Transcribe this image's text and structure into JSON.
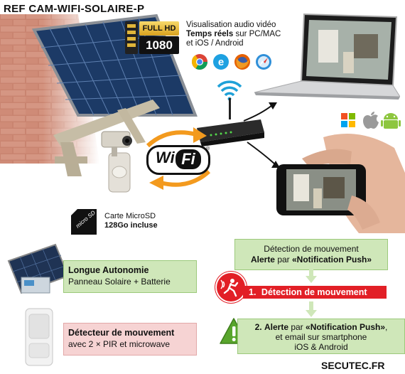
{
  "ref_title": "REF CAM-WIFI-SOLAIRE-P",
  "hd_badge": {
    "top": "FULL HD",
    "bottom": "1080"
  },
  "viewing": {
    "line1": "Visualisation audio vidéo",
    "line2_bold": "Temps réels",
    "line2_rest": " sur PC/MAC",
    "line3": "et iOS / Android"
  },
  "wifi_logo": {
    "text_a": "Wi",
    "text_b": "Fi",
    "reg": "®"
  },
  "microsd": {
    "chip": "micro SD",
    "line1": "Carte MicroSD",
    "line2": "128Go incluse"
  },
  "features": [
    {
      "title": "Longue Autonomie",
      "desc": "Panneau Solaire + Batterie"
    },
    {
      "title": "Détecteur de mouvement",
      "desc": "avec 2 × PIR et microwave"
    }
  ],
  "push_header": {
    "line1": "Détection de mouvement",
    "line2_bold": "Alerte",
    "line2_mid": " par ",
    "line2_quote": "«Notification Push»"
  },
  "step1": {
    "num": "1.",
    "text": "Détection de mouvement"
  },
  "step2": {
    "num": "2.",
    "bold": "Alerte",
    "mid": " par ",
    "quote": "«Notification Push»",
    "tail": ",",
    "line2": "et email sur smartphone",
    "line3": "iOS & Android"
  },
  "brand": "SECUTEC.FR",
  "colors": {
    "green_box": "#cfe7b9",
    "pink_box": "#f6d3d3",
    "red_bar": "#e21f26",
    "arrow_orange": "#f39a1e",
    "warning_green": "#58a52c"
  }
}
